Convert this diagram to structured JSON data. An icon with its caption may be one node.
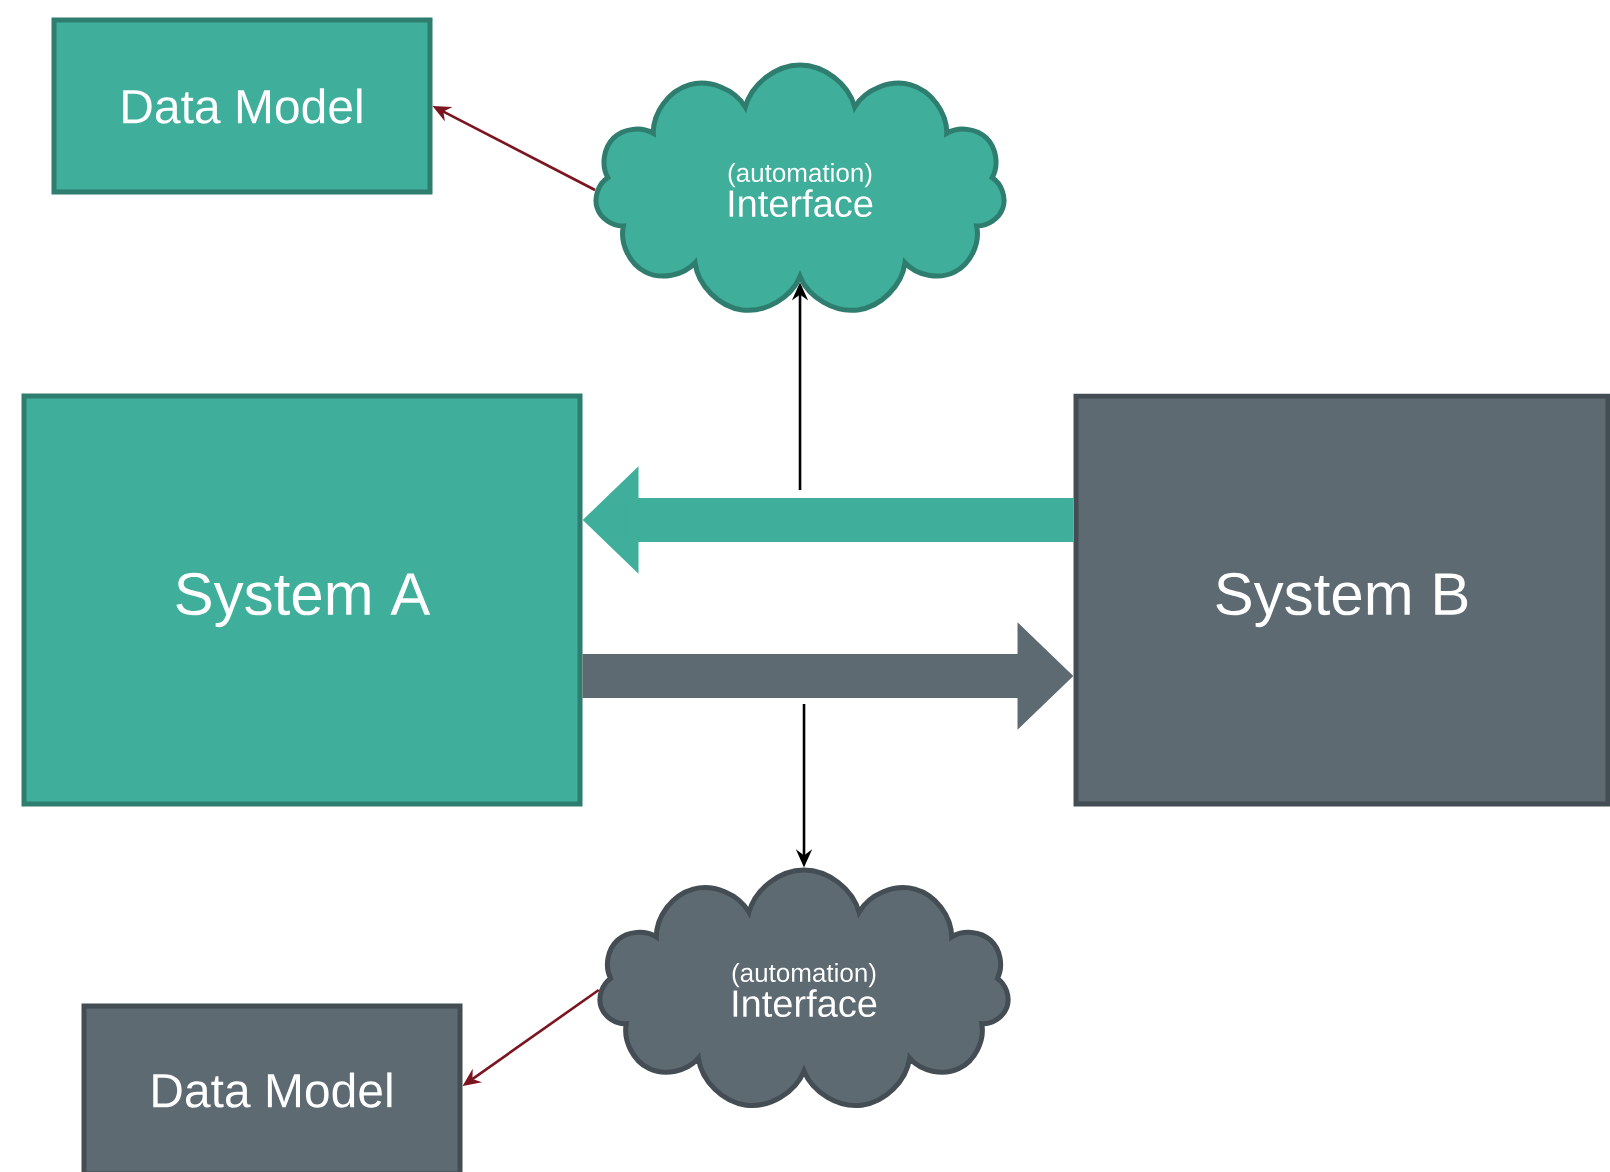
{
  "diagram": {
    "nodes": [
      {
        "text": [
          "Data Model"
        ]
      },
      {
        "text": [
          "(automation)",
          "Interface"
        ]
      },
      {
        "text": [
          "System A"
        ]
      },
      {
        "text": [
          "System B"
        ]
      },
      {
        "text": [
          "(automation)",
          "Interface"
        ]
      },
      {
        "text": [
          "Data Model"
        ]
      }
    ],
    "edges": [
      {
        "from": 1,
        "to": 0,
        "arrow": "to",
        "color": "#7b1520"
      },
      {
        "from": 3,
        "to": 2,
        "arrow": "to",
        "style": "thick",
        "color": "#3fae9a"
      },
      {
        "from": 2,
        "to": 3,
        "arrow": "to",
        "style": "thick",
        "color": "#5d6a72"
      },
      {
        "from": null,
        "to": 1,
        "arrow": "to",
        "color": "#000000"
      },
      {
        "from": null,
        "to": 4,
        "arrow": "to",
        "color": "#000000"
      },
      {
        "from": 4,
        "to": 5,
        "arrow": "to",
        "color": "#7b1520"
      }
    ]
  }
}
